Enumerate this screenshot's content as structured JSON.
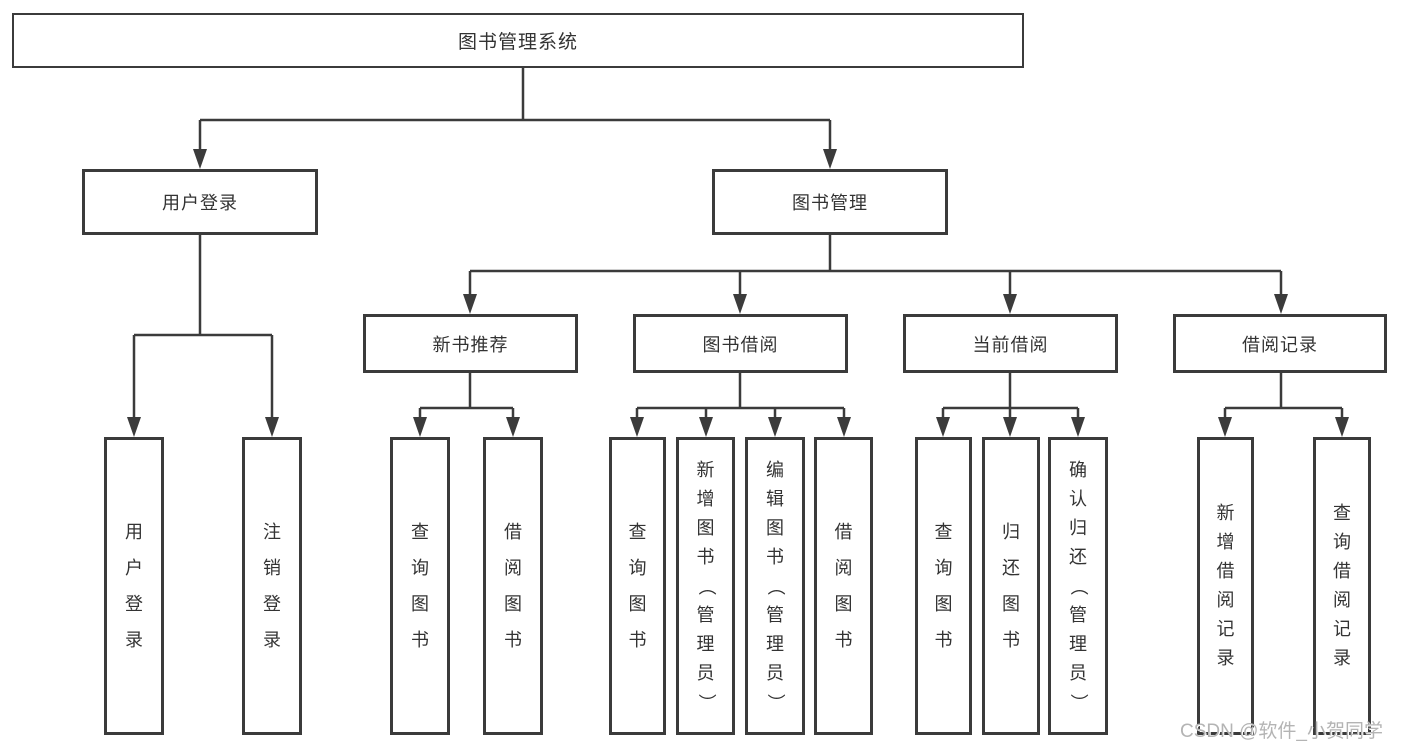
{
  "watermark": "CSDN @软件_小贺同学",
  "tree": {
    "root": "图书管理系统",
    "login": "用户登录",
    "manage": "图书管理",
    "login_children": [
      "用户登录",
      "注销登录"
    ],
    "manage_children": [
      "新书推荐",
      "图书借阅",
      "当前借阅",
      "借阅记录"
    ],
    "rec_children": [
      "查询图书",
      "借阅图书"
    ],
    "borrow_children": [
      "查询图书",
      "新增图书（管理员）",
      "编辑图书（管理员）",
      "借阅图书"
    ],
    "current_children": [
      "查询图书",
      "归还图书",
      "确认归还（管理员）"
    ],
    "records_children": [
      "新增借阅记录",
      "查询借阅记录"
    ]
  },
  "colors": {
    "line": "#3b3b3b",
    "text": "#333333",
    "watermark": "#b4b4b4",
    "background": "#ffffff"
  }
}
